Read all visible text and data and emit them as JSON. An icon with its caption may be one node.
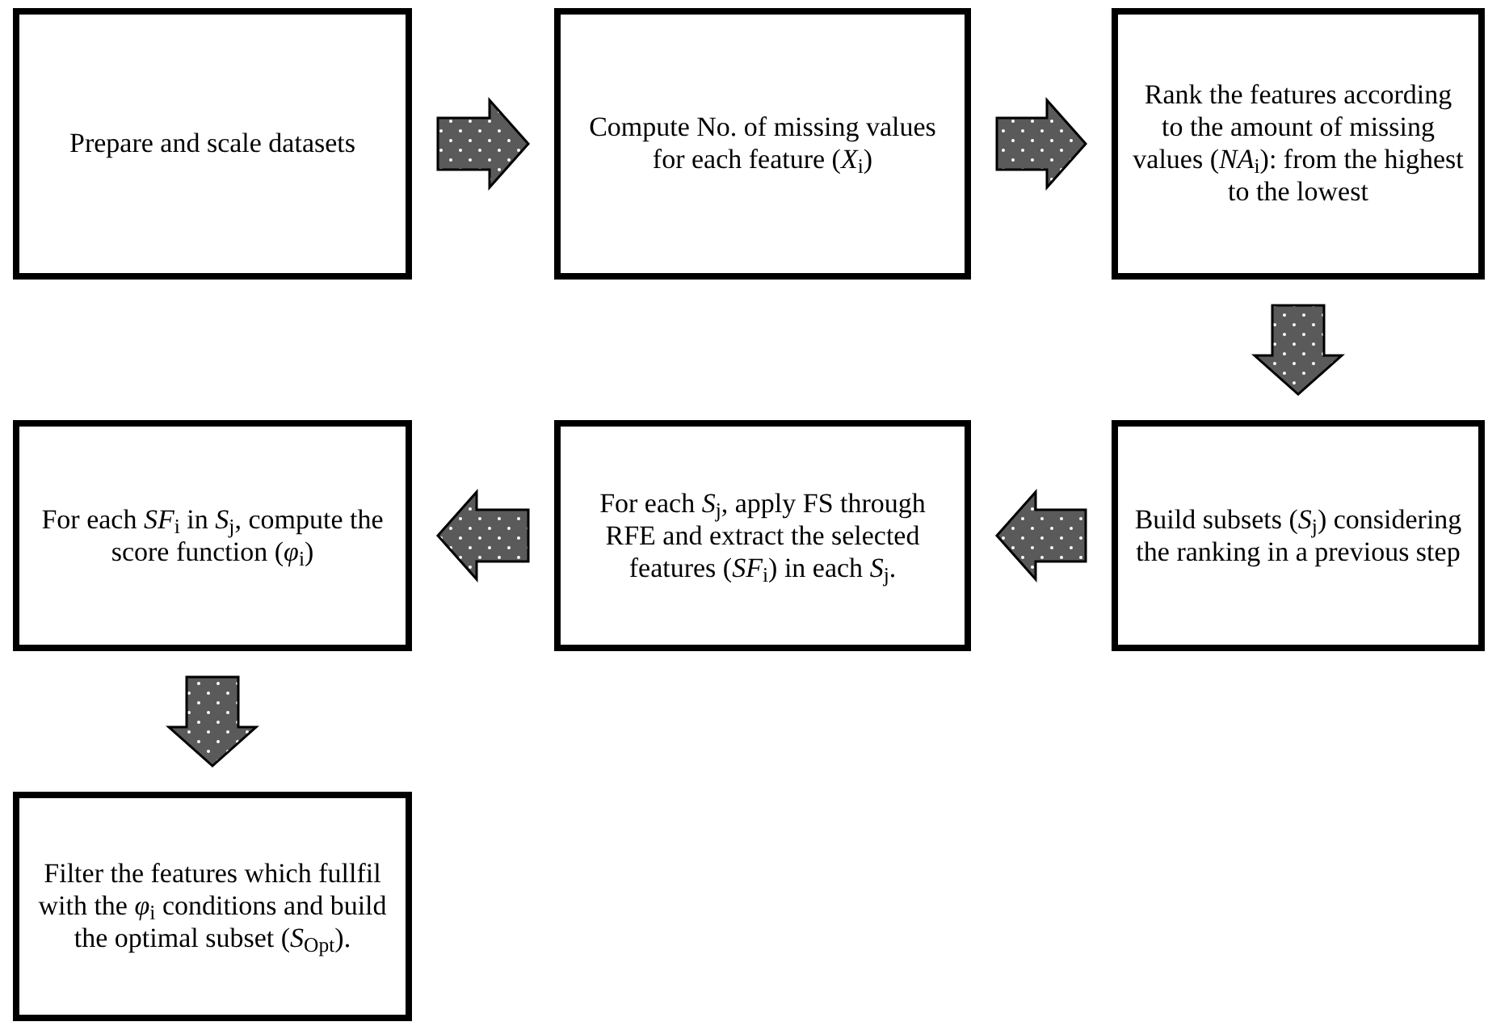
{
  "diagram": {
    "nodes": [
      {
        "text": [
          "Prepare and scale datasets"
        ]
      },
      {
        "text": [
          "Compute No. of missing values for each feature (*X*$_{i}$)"
        ]
      },
      {
        "text": [
          "Rank the features according to the amount of missing values (*NA*$_{i}$): from the highest to the lowest"
        ]
      },
      {
        "text": [
          "Build subsets (*S*$_{j}$) considering the ranking in a previous step"
        ]
      },
      {
        "text": [
          "For each *S*$_{j}$, apply FS through RFE and extract the selected features (*SF*$_{i}$) in each *S*$_{j}$."
        ]
      },
      {
        "text": [
          "For each *SF*$_{i}$ in *S*$_{j}$, compute the score function (*φ*$_{i}$)"
        ]
      },
      {
        "text": [
          "Filter the features which fullfil with the *φ*$_{i}$ conditions and build the optimal subset (*S*$_{Opt}$)."
        ]
      }
    ],
    "edges": [
      {
        "from": 0,
        "to": 1,
        "arrow": "to"
      },
      {
        "from": 1,
        "to": 2,
        "arrow": "to"
      },
      {
        "from": 2,
        "to": 3,
        "arrow": "to"
      },
      {
        "from": 3,
        "to": 4,
        "arrow": "to"
      },
      {
        "from": 4,
        "to": 5,
        "arrow": "to"
      },
      {
        "from": 5,
        "to": 6,
        "arrow": "to"
      }
    ]
  }
}
